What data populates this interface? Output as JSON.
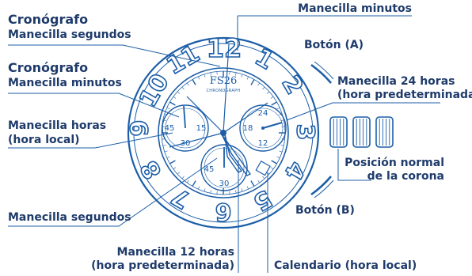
{
  "labels": {
    "chrono_seconds_title": "Cronógrafo",
    "chrono_seconds_sub": "Manecilla segundos",
    "chrono_minutes_title": "Cronógrafo",
    "chrono_minutes_sub": "Manecilla minutos",
    "hour_hand_l1": "Manecilla horas",
    "hour_hand_l2": "(hora local)",
    "seconds_hand": "Manecilla segundos",
    "minutes_hand": "Manecilla minutos",
    "button_a": "Botón (A)",
    "hand_24h_l1": "Manecilla 24 horas",
    "hand_24h_l2": "(hora predeterminada)",
    "crown_l1": "Posición normal",
    "crown_l2": "de la corona",
    "button_b": "Botón (B)",
    "hand_12h_l1": "Manecilla 12 horas",
    "hand_12h_l2": "(hora predeterminada)",
    "calendar": "Calendario (hora local)"
  },
  "dial": {
    "brand": "FS26",
    "brand_sub": "CHRONOGRAPH",
    "bezel_numbers": [
      "12",
      "1",
      "2",
      "3",
      "4",
      "5",
      "6",
      "7",
      "8",
      "9",
      "10",
      "11"
    ],
    "left_subdial": [
      "45",
      "15",
      "30"
    ],
    "right_subdial": [
      "24",
      "18",
      "12"
    ],
    "bottom_subdial": [
      "45",
      "30"
    ]
  },
  "colors": {
    "line": "#1c5ea8",
    "label_text": "#1f3b6b"
  }
}
